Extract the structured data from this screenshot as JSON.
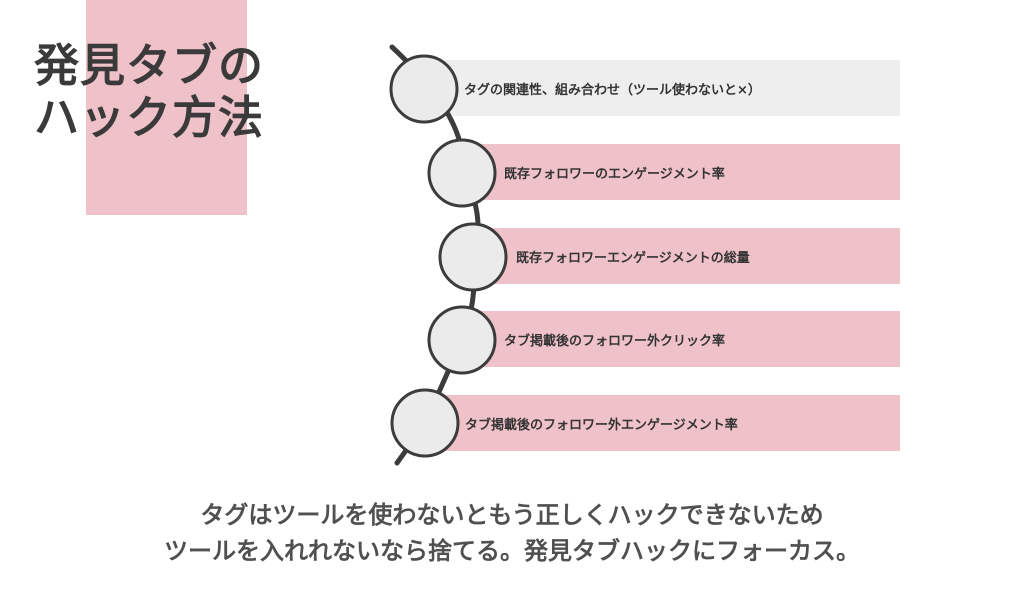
{
  "title": {
    "line1": "発見タブの",
    "line2": "ハック方法"
  },
  "items": [
    {
      "label": "タグの関連性、組み合わせ（ツール使わないと×）",
      "style": "gray"
    },
    {
      "label": "既存フォロワーのエンゲージメント率",
      "style": "pink"
    },
    {
      "label": "既存フォロワーエンゲージメントの総量",
      "style": "pink"
    },
    {
      "label": "タブ掲載後のフォロワー外クリック率",
      "style": "pink"
    },
    {
      "label": "タブ掲載後のフォロワー外エンゲージメント率",
      "style": "pink"
    }
  ],
  "caption": {
    "line1": "タグはツールを使わないともう正しくハックできないため",
    "line2": "ツールを入れれないなら捨てる。発見タブハックにフォーカス。"
  },
  "colors": {
    "accent_pink": "#efc1c8",
    "gray_bar": "#eeeeee",
    "circle_fill": "#ebebeb",
    "line": "#3c3c3c"
  }
}
